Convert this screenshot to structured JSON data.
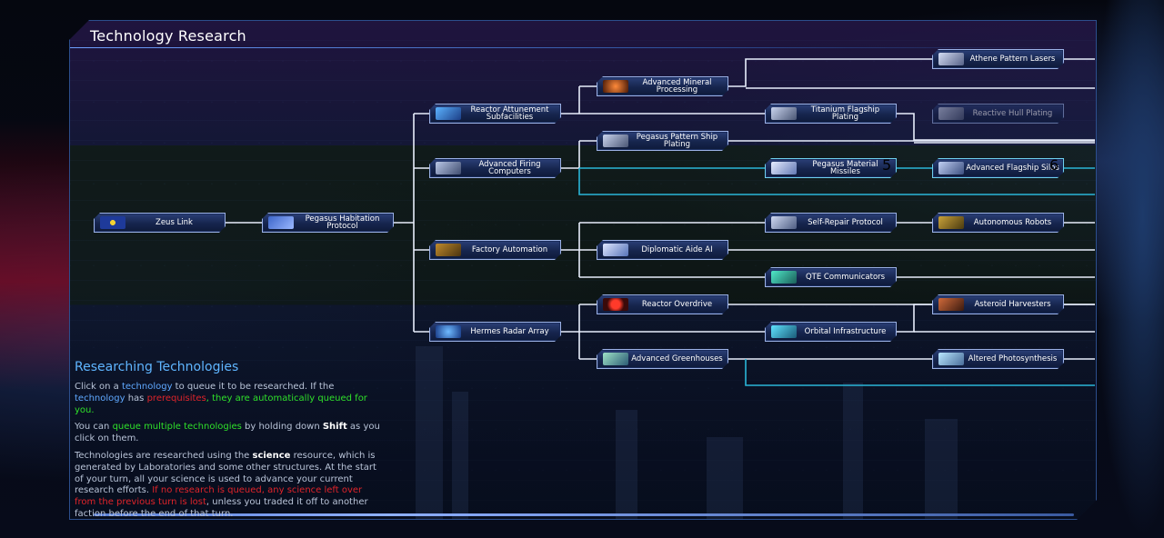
{
  "window": {
    "title": "Technology Research"
  },
  "colors": {
    "accent_blue": "#5fa8ff",
    "warning_red": "#e0242a",
    "highlight_green": "#2fe02a",
    "link_white": "#e8eefc",
    "link_cyan": "#2ab6d8"
  },
  "tech_tree": {
    "nodes": [
      {
        "id": "zeus",
        "label": "Zeus Link",
        "icon": "eu-flag-icon",
        "state": "researched"
      },
      {
        "id": "pegasus_hab",
        "label": "Pegasus Habitation Protocol",
        "icon": "station-icon",
        "state": "researched"
      },
      {
        "id": "reactor_att",
        "label": "Reactor Attunement Subfacilities",
        "icon": "reactor-icon",
        "state": "available"
      },
      {
        "id": "adv_firing",
        "label": "Advanced Firing Computers",
        "icon": "weapon-icon",
        "state": "available"
      },
      {
        "id": "factory",
        "label": "Factory Automation",
        "icon": "factory-icon",
        "state": "available"
      },
      {
        "id": "hermes",
        "label": "Hermes Radar Array",
        "icon": "radar-icon",
        "state": "available"
      },
      {
        "id": "adv_mineral",
        "label": "Advanced Mineral Processing",
        "icon": "mineral-icon",
        "state": "available"
      },
      {
        "id": "pegasus_pattern",
        "label": "Pegasus Pattern Ship Plating",
        "icon": "plating-icon",
        "state": "available"
      },
      {
        "id": "diplomatic",
        "label": "Diplomatic Aide AI",
        "icon": "handshake-icon",
        "state": "available"
      },
      {
        "id": "reactor_od",
        "label": "Reactor Overdrive",
        "icon": "reactor-core-icon",
        "state": "available"
      },
      {
        "id": "adv_green",
        "label": "Advanced Greenhouses",
        "icon": "greenhouse-icon",
        "state": "available"
      },
      {
        "id": "titanium",
        "label": "Titanium Flagship Plating",
        "icon": "plating-icon",
        "state": "available"
      },
      {
        "id": "pegasus_missiles",
        "label": "Pegasus Material Missiles",
        "icon": "missile-icon",
        "state": "queued",
        "queue": "5"
      },
      {
        "id": "self_repair",
        "label": "Self-Repair Protocol",
        "icon": "repair-icon",
        "state": "available"
      },
      {
        "id": "qte",
        "label": "QTE Communicators",
        "icon": "comms-icon",
        "state": "available"
      },
      {
        "id": "orbital",
        "label": "Orbital Infrastructure",
        "icon": "orbital-icon",
        "state": "available"
      },
      {
        "id": "athene",
        "label": "Athene Pattern Lasers",
        "icon": "laser-icon",
        "state": "available"
      },
      {
        "id": "reactive_hull",
        "label": "Reactive Hull Plating",
        "icon": "plating-icon",
        "state": "locked"
      },
      {
        "id": "adv_flagship",
        "label": "Advanced Flagship Silos",
        "icon": "silo-icon",
        "state": "queued",
        "queue": "6"
      },
      {
        "id": "autonomous",
        "label": "Autonomous Robots",
        "icon": "robot-icon",
        "state": "available"
      },
      {
        "id": "asteroid",
        "label": "Asteroid Harvesters",
        "icon": "asteroid-icon",
        "state": "available"
      },
      {
        "id": "altered",
        "label": "Altered Photosynthesis",
        "icon": "plant-icon",
        "state": "available"
      }
    ]
  },
  "info": {
    "title": "Researching Technologies",
    "p1": [
      {
        "t": "Click on a ",
        "c": ""
      },
      {
        "t": "technology",
        "c": "hl-blue"
      },
      {
        "t": " to queue it to be researched. If the ",
        "c": ""
      },
      {
        "t": "technology",
        "c": "hl-blue"
      },
      {
        "t": " has ",
        "c": ""
      },
      {
        "t": "prerequisites",
        "c": "hl-red"
      },
      {
        "t": ", they are automatically queued for you.",
        "c": "hl-green"
      }
    ],
    "p2": [
      {
        "t": "You can ",
        "c": ""
      },
      {
        "t": "queue multiple technologies",
        "c": "hl-green"
      },
      {
        "t": " by holding down ",
        "c": ""
      },
      {
        "t": "Shift",
        "c": "bold"
      },
      {
        "t": " as you click on them.",
        "c": ""
      }
    ],
    "p3": [
      {
        "t": "Technologies are researched using the ",
        "c": ""
      },
      {
        "t": "science",
        "c": "hl-blue bold"
      },
      {
        "t": " resource, which is generated by Laboratories and some other structures. At the start of your turn, all your science is used to advance your current research efforts. ",
        "c": ""
      },
      {
        "t": "If no research is queued, any science left over from the previous turn is lost",
        "c": "hl-red"
      },
      {
        "t": ", unless you traded it off to another faction before the end of that turn.",
        "c": ""
      }
    ]
  }
}
